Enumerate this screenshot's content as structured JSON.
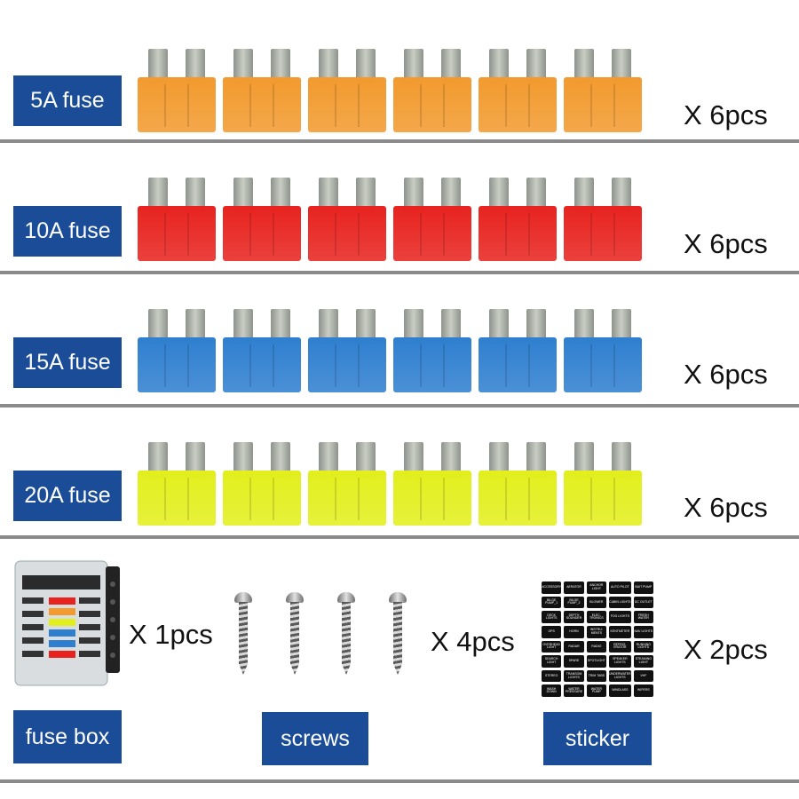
{
  "rows": [
    {
      "label": "5A fuse",
      "qty": "X 6pcs",
      "color": "#f29a2e",
      "count": 6
    },
    {
      "label": "10A fuse",
      "qty": "X 6pcs",
      "color": "#e8231f",
      "count": 6
    },
    {
      "label": "15A fuse",
      "qty": "X 6pcs",
      "color": "#2f7fd0",
      "count": 6
    },
    {
      "label": "20A fuse",
      "qty": "X 6pcs",
      "color": "#e2ef1c",
      "count": 6
    }
  ],
  "accessories": {
    "fuse_box": {
      "label": "fuse box",
      "qty": "X 1pcs"
    },
    "screws": {
      "label": "screws",
      "qty": "X 4pcs",
      "count": 4
    },
    "sticker": {
      "label": "sticker",
      "qty": "X 2pcs",
      "items": [
        "ACCESSORY",
        "AERATOR",
        "ANCHOR LIGHT",
        "AUTO PILOT",
        "BAIT PUMP",
        "BILGE PUMP_1",
        "BILGE PUMP_2",
        "BLOWER",
        "CABIN LIGHTS",
        "DC OUTLET",
        "DECK LIGHTS",
        "DEPTH SOUNDER",
        "ELEC-TRONICS",
        "FOG LIGHTS",
        "FRESH WATER",
        "GPS",
        "HORN",
        "INSTRU-MENTS",
        "KENTMETER",
        "NAV LIGHTS",
        "OVERHEAD LIGHT",
        "RADAR",
        "RADIO",
        "REFRIG-ERATOR",
        "RUNNING LIGHTS",
        "SEARCH LIGHT",
        "SPARE",
        "SPOTLIGHT",
        "SPEAKER LIGHTS",
        "STEAMING LIGHT",
        "STEREO",
        "TRANSOM LIGHTS",
        "TRIM TABS",
        "UNDERWATER LIGHTS",
        "VHF",
        "WASH DOWN",
        "WATER PRESSURE",
        "WATER PUMP",
        "WINDLASS",
        "WIPERS"
      ]
    }
  },
  "colors": {
    "label_bg": "#1a4c98",
    "separator": "#8a8a8a"
  }
}
